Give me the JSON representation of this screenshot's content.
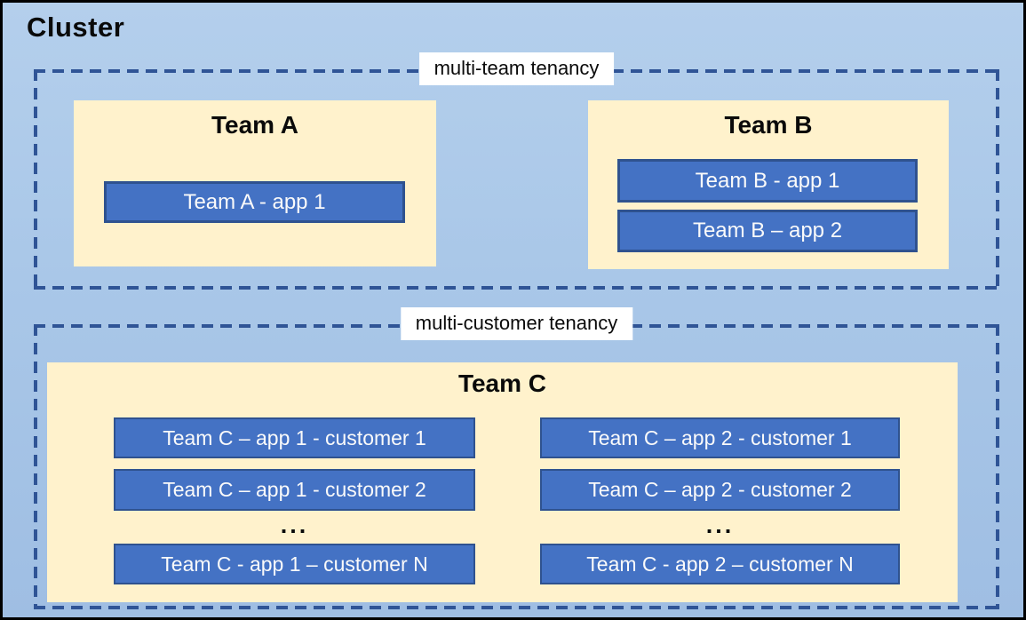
{
  "cluster": {
    "title": "Cluster"
  },
  "multi_team_zone": {
    "label": "multi-team tenancy",
    "team_a": {
      "title": "Team A",
      "app1": "Team A - app 1"
    },
    "team_b": {
      "title": "Team B",
      "app1": "Team B - app 1",
      "app2": "Team B – app 2"
    }
  },
  "multi_customer_zone": {
    "label": "multi-customer tenancy",
    "team_c": {
      "title": "Team C",
      "ellipsis": "...",
      "app1_customers": [
        "Team C – app 1 - customer 1",
        "Team C – app 1 - customer 2",
        "Team C - app 1 – customer N"
      ],
      "app2_customers": [
        "Team C – app 2 - customer 1",
        "Team C – app 2 - customer 2",
        "Team C - app 2 – customer N"
      ]
    }
  },
  "colors": {
    "app_fill": "#4472C4",
    "app_border": "#2F528F",
    "team_panel": "#FFF2CC",
    "dash_border": "#2F5496",
    "background_top": "#B4CFEC",
    "background_bottom": "#9FBEE3",
    "label_background": "#FFFFFF"
  }
}
